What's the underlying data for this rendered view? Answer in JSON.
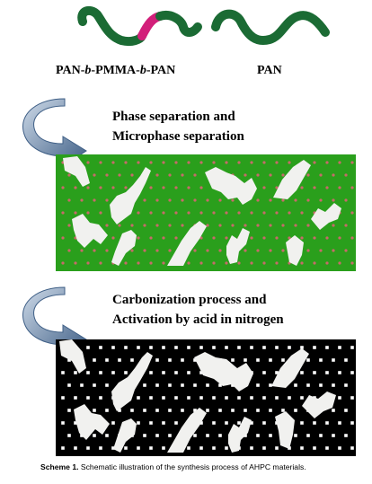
{
  "labels": {
    "copolymer_part1": "PAN-",
    "copolymer_b1": "b",
    "copolymer_part2": "-PMMA-",
    "copolymer_b2": "b",
    "copolymer_part3": "-PAN",
    "homopolymer": "PAN"
  },
  "steps": [
    {
      "line1": "Phase separation and",
      "line2": "Microphase separation"
    },
    {
      "line1": "Carbonization process and",
      "line2": "Activation by acid in nitrogen"
    }
  ],
  "caption": {
    "label": "Scheme 1.",
    "text": "Schematic illustration of the synthesis process of AHPC materials."
  },
  "colors": {
    "pan_chain": "#1b6b34",
    "pmma_block": "#d21f7a",
    "polymer_matrix": "#2a9f1c",
    "matrix_dots": "#c76a6a",
    "carbon_matrix": "#000000",
    "carbon_dots": "#ffffff",
    "pores": "#f1f1ef",
    "arrow_dark": "#3f5f86",
    "arrow_light": "#cfdbe9"
  }
}
